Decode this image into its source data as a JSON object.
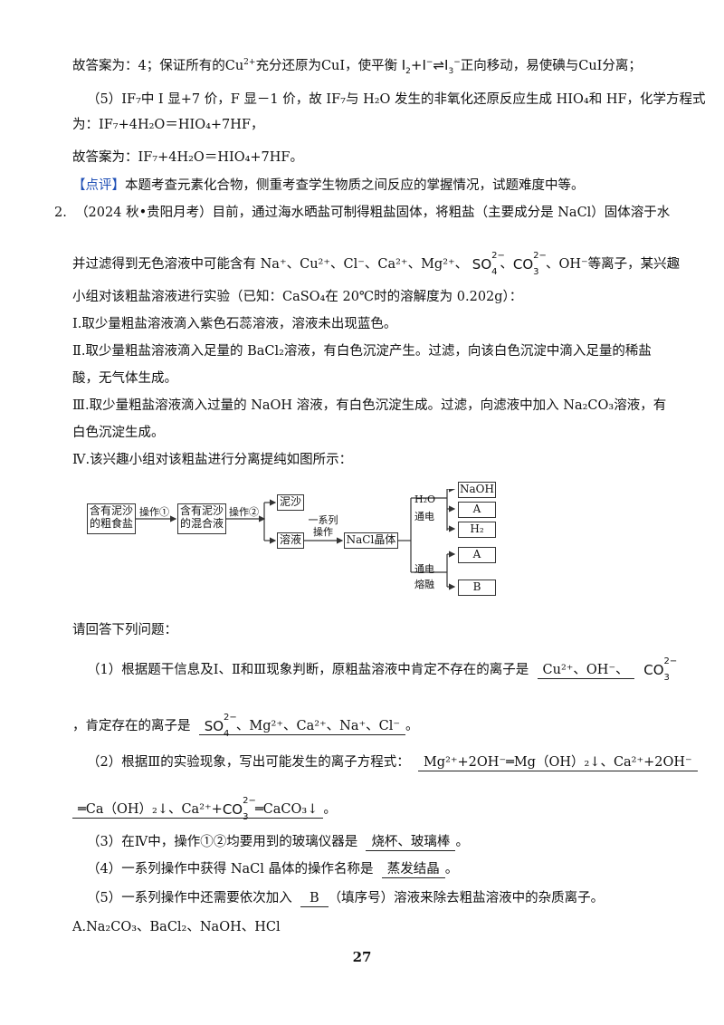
{
  "l1": {
    "a": "故答案为：4；保证所有的Cu",
    "a_sup": "2+",
    "b": "充分还原为CuI，使平衡",
    "eq_pre": "I",
    "eq_s1": "2",
    "eq_mid": "+I",
    "eq_m": "−",
    "eq_arrow": "⇌",
    "eq_post": "I",
    "eq_s2": "3",
    "eq_m2": "−",
    "c": "正向移动，易使碘与CuI分离；"
  },
  "l2": "（5）IF₇中 I 显+7 价，F 显－1 价，故 IF₇与 H₂O 发生的非氧化还原反应生成 HIO₄和 HF，化学方程式",
  "l3": "为：IF₇+4H₂O＝HIO₄+7HF，",
  "l4": "故答案为：IF₇+4H₂O＝HIO₄+7HF。",
  "l5": {
    "tag": "【点评】",
    "text": "本题考查元素化合物，侧重考查学生物质之间反应的掌握情况，试题难度中等。"
  },
  "q2": {
    "num": "2.",
    "l1": "（2024 秋•贵阳月考）目前，通过海水晒盐可制得粗盐固体，将粗盐（主要成分是 NaCl）固体溶于水",
    "l2a": "并过滤得到无色溶液中可能含有 Na⁺、Cu²⁺、Cl⁻、Ca²⁺、Mg²⁺、",
    "so4_base": "SO",
    "so4_sub": "4",
    "so4_sup": "2−",
    "sep": "、",
    "co3_base": "CO",
    "co3_sub": "3",
    "co3_sup": "2−",
    "l2b": "、OH⁻等离子，某兴趣",
    "l3": "小组对该粗盐溶液进行实验（已知：CaSO₄在 20℃时的溶解度为 0.202g）：",
    "s1": "Ⅰ.取少量粗盐溶液滴入紫色石蕊溶液，溶液未出现蓝色。",
    "s2a": "Ⅱ.取少量粗盐溶液滴入足量的 BaCl₂溶液，有白色沉淀产生。过滤，向该白色沉淀中滴入足量的稀盐",
    "s2b": "酸，无气体生成。",
    "s3a": "Ⅲ.取少量粗盐溶液滴入过量的 NaOH 溶液，有白色沉淀生成。过滤，向滤液中加入 Na₂CO₃溶液，有",
    "s3b": "白色沉淀生成。",
    "s4": "Ⅳ.该兴趣小组对该粗盐进行分离提纯如图所示："
  },
  "diagram": {
    "box1": "含有泥沙的粗食盐",
    "op1": "操作①",
    "box2": "含有泥沙的混合液",
    "op2": "操作②",
    "mud": "泥沙",
    "filtrate": "溶液",
    "series": "一系列操作",
    "nacl": "NaCl晶体",
    "h2o": "H₂O",
    "elec1": "通电",
    "naoh": "NaOH",
    "a1": "A",
    "h2": "H₂",
    "elec2": "通电",
    "melt": "熔融",
    "a2": "A",
    "b": "B"
  },
  "prompt": "请回答下列问题：",
  "p1": {
    "a": "（1）根据题干信息及Ⅰ、Ⅱ和Ⅲ现象判断，原粗盐溶液中肯定不存在的离子是",
    "ans1": "Cu²⁺、OH⁻、",
    "co3_base": "CO",
    "co3_sub": "3",
    "co3_sup": "2−",
    "b": "，肯定存在的离子是",
    "so4_base": "SO",
    "so4_sub": "4",
    "so4_sup": "2−",
    "ans2": "、Mg²⁺、Ca²⁺、Na⁺、Cl⁻",
    "end": "。"
  },
  "p2": {
    "a": "（2）根据Ⅲ的实验现象，写出可能发生的离子方程式：",
    "ans1": "Mg²⁺+2OH⁻═Mg（OH）₂↓、Ca²⁺+2OH⁻",
    "ans2": "═Ca（OH）₂↓、Ca²⁺+",
    "co3_base": "CO",
    "co3_sub": "3",
    "co3_sup": "2−",
    "ans3": "═CaCO₃↓",
    "end": "。"
  },
  "p3": {
    "a": "（3）在Ⅳ中，操作①②均要用到的玻璃仪器是",
    "ans": "烧杯、玻璃棒",
    "end": "。"
  },
  "p4": {
    "a": "（4）一系列操作中获得 NaCl 晶体的操作名称是",
    "ans": "蒸发结晶",
    "end": "。"
  },
  "p5": {
    "a": "（5）一系列操作中还需要依次加入",
    "ans": "B",
    "b": "（填序号）溶液来除去粗盐溶液中的杂质离子。"
  },
  "optA": "A.Na₂CO₃、BaCl₂、NaOH、HCl",
  "page_number": "27"
}
